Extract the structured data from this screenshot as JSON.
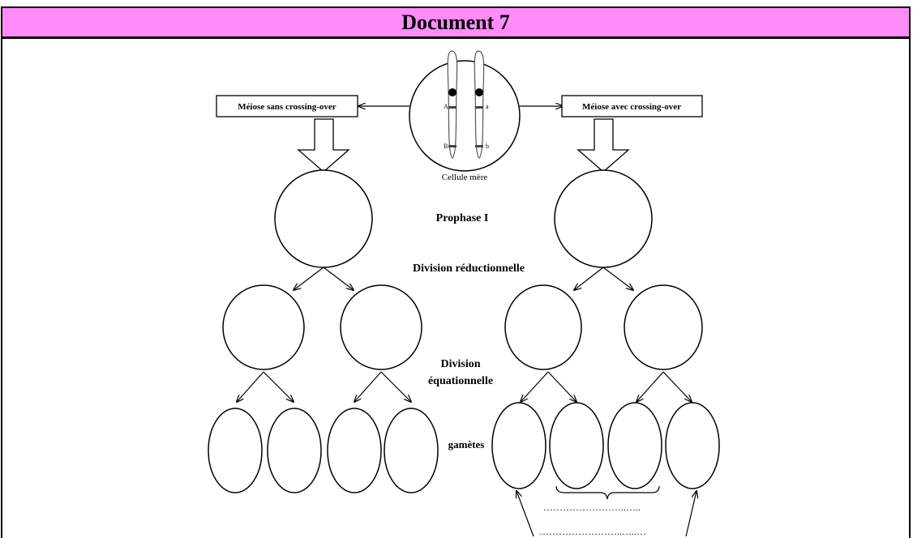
{
  "title": "Document 7",
  "labels": {
    "left_box": "Méiose sans crossing-over",
    "right_box": "Méiose avec crossing-over",
    "mother_cell": "Cellule mère",
    "prophase": "Prophase I",
    "reductional": "Division réductionnelle",
    "equational_1": "Division",
    "equational_2": "équationnelle",
    "gametes": "gamètes",
    "dots_1": "……………………..…..",
    "dots_2": "……………………..…..…"
  },
  "alleles": {
    "A": "A",
    "a": "a",
    "B": "B",
    "b": "b"
  }
}
